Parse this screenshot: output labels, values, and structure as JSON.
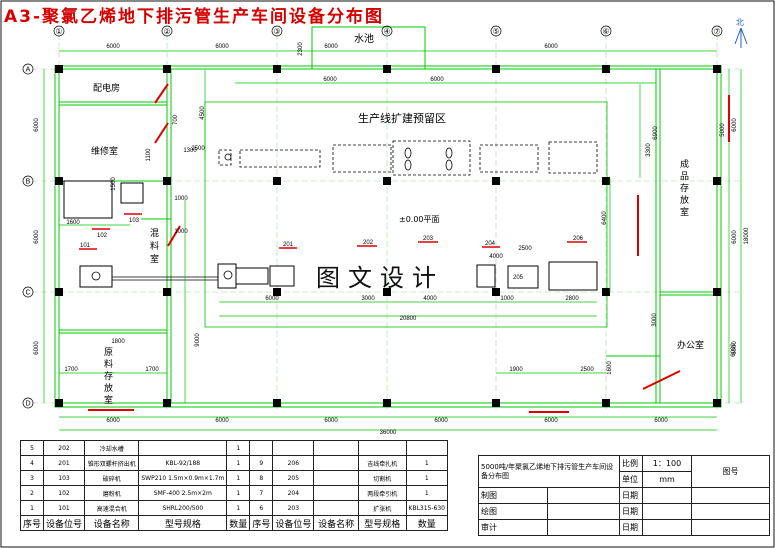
{
  "title": "A3-聚氯乙烯地下排污管生产车间设备分布图",
  "north_label": "北",
  "axes": {
    "columns": [
      "①",
      "②",
      "③",
      "④",
      "⑤",
      "⑥",
      "⑦"
    ],
    "rows": [
      "A",
      "B",
      "C",
      "D"
    ]
  },
  "rooms": {
    "distribution": "配电房",
    "repair": "维修室",
    "water_pool": "水池",
    "expansion_reserve": "生产线扩建预留区",
    "floor_level": "±0.00平面",
    "mixing": "混料室",
    "raw_storage": "原料存放室",
    "finished_storage": "成品存放室",
    "office": "办公室"
  },
  "watermark": "图文设计",
  "equipment_labels": [
    "101",
    "102",
    "103",
    "201",
    "202",
    "203",
    "204",
    "205",
    "206"
  ],
  "dimensions": {
    "top": [
      "6000",
      "6000",
      "6000",
      "6000"
    ],
    "pool_h": "2300",
    "inner_top": [
      "6000",
      "6000"
    ],
    "left": [
      "6000",
      "6000",
      "6000"
    ],
    "right": [
      "6000",
      "6000",
      "6000"
    ],
    "right_total": "18000",
    "bottom": [
      "6000",
      "6000",
      "6000",
      "6000",
      "6000",
      "6000"
    ],
    "total": "36000",
    "line_total": "20800",
    "line_segments": [
      "6000",
      "3000",
      "4000",
      "1000",
      "2800"
    ],
    "misc": [
      "1600",
      "2500",
      "4500",
      "1500",
      "1000",
      "700",
      "1800",
      "1100",
      "1000",
      "2500",
      "1700",
      "1700",
      "1900",
      "2500",
      "6900",
      "6400",
      "3000",
      "5000",
      "6000",
      "1600",
      "1300",
      "9000",
      "4000",
      "3300"
    ]
  },
  "bom_header": [
    "序号",
    "设备位号",
    "设备名称",
    "型号规格",
    "数量",
    "序号",
    "设备位号",
    "设备名称",
    "型号规格",
    "数量"
  ],
  "bom_rows": [
    [
      "5",
      "202",
      "冷却水槽",
      "",
      "1",
      "",
      "",
      "",
      "",
      ""
    ],
    [
      "4",
      "201",
      "锥形双螺杆挤出机",
      "KBL-92/188",
      "1",
      "9",
      "206",
      "",
      "吉线牵扎机",
      "1"
    ],
    [
      "3",
      "103",
      "破碎机",
      "SWP210 1.5m×0.9m×1.7m",
      "1",
      "8",
      "205",
      "",
      "切割机",
      "1"
    ],
    [
      "2",
      "102",
      "磨粉机",
      "SMF-400 2.5m×2m",
      "1",
      "7",
      "204",
      "",
      "两段牵引机",
      "1"
    ],
    [
      "1",
      "101",
      "高速混合机",
      "SHRL200/500",
      "1",
      "6",
      "203",
      "",
      "扩张机",
      "KBL315-630"
    ]
  ],
  "title_block": {
    "project": "5000吨/年聚氯乙烯地下排污管生产车间设备分布图",
    "scale_label": "比例",
    "scale_value": "1：100",
    "unit_label": "单位",
    "unit_value": "mm",
    "drawing_no_label": "图号",
    "rows": [
      "制图",
      "绘图",
      "审计"
    ],
    "date_label": "日期"
  },
  "colors": {
    "line": "#00c800",
    "wall": "#000000",
    "accent": "#e00000"
  }
}
